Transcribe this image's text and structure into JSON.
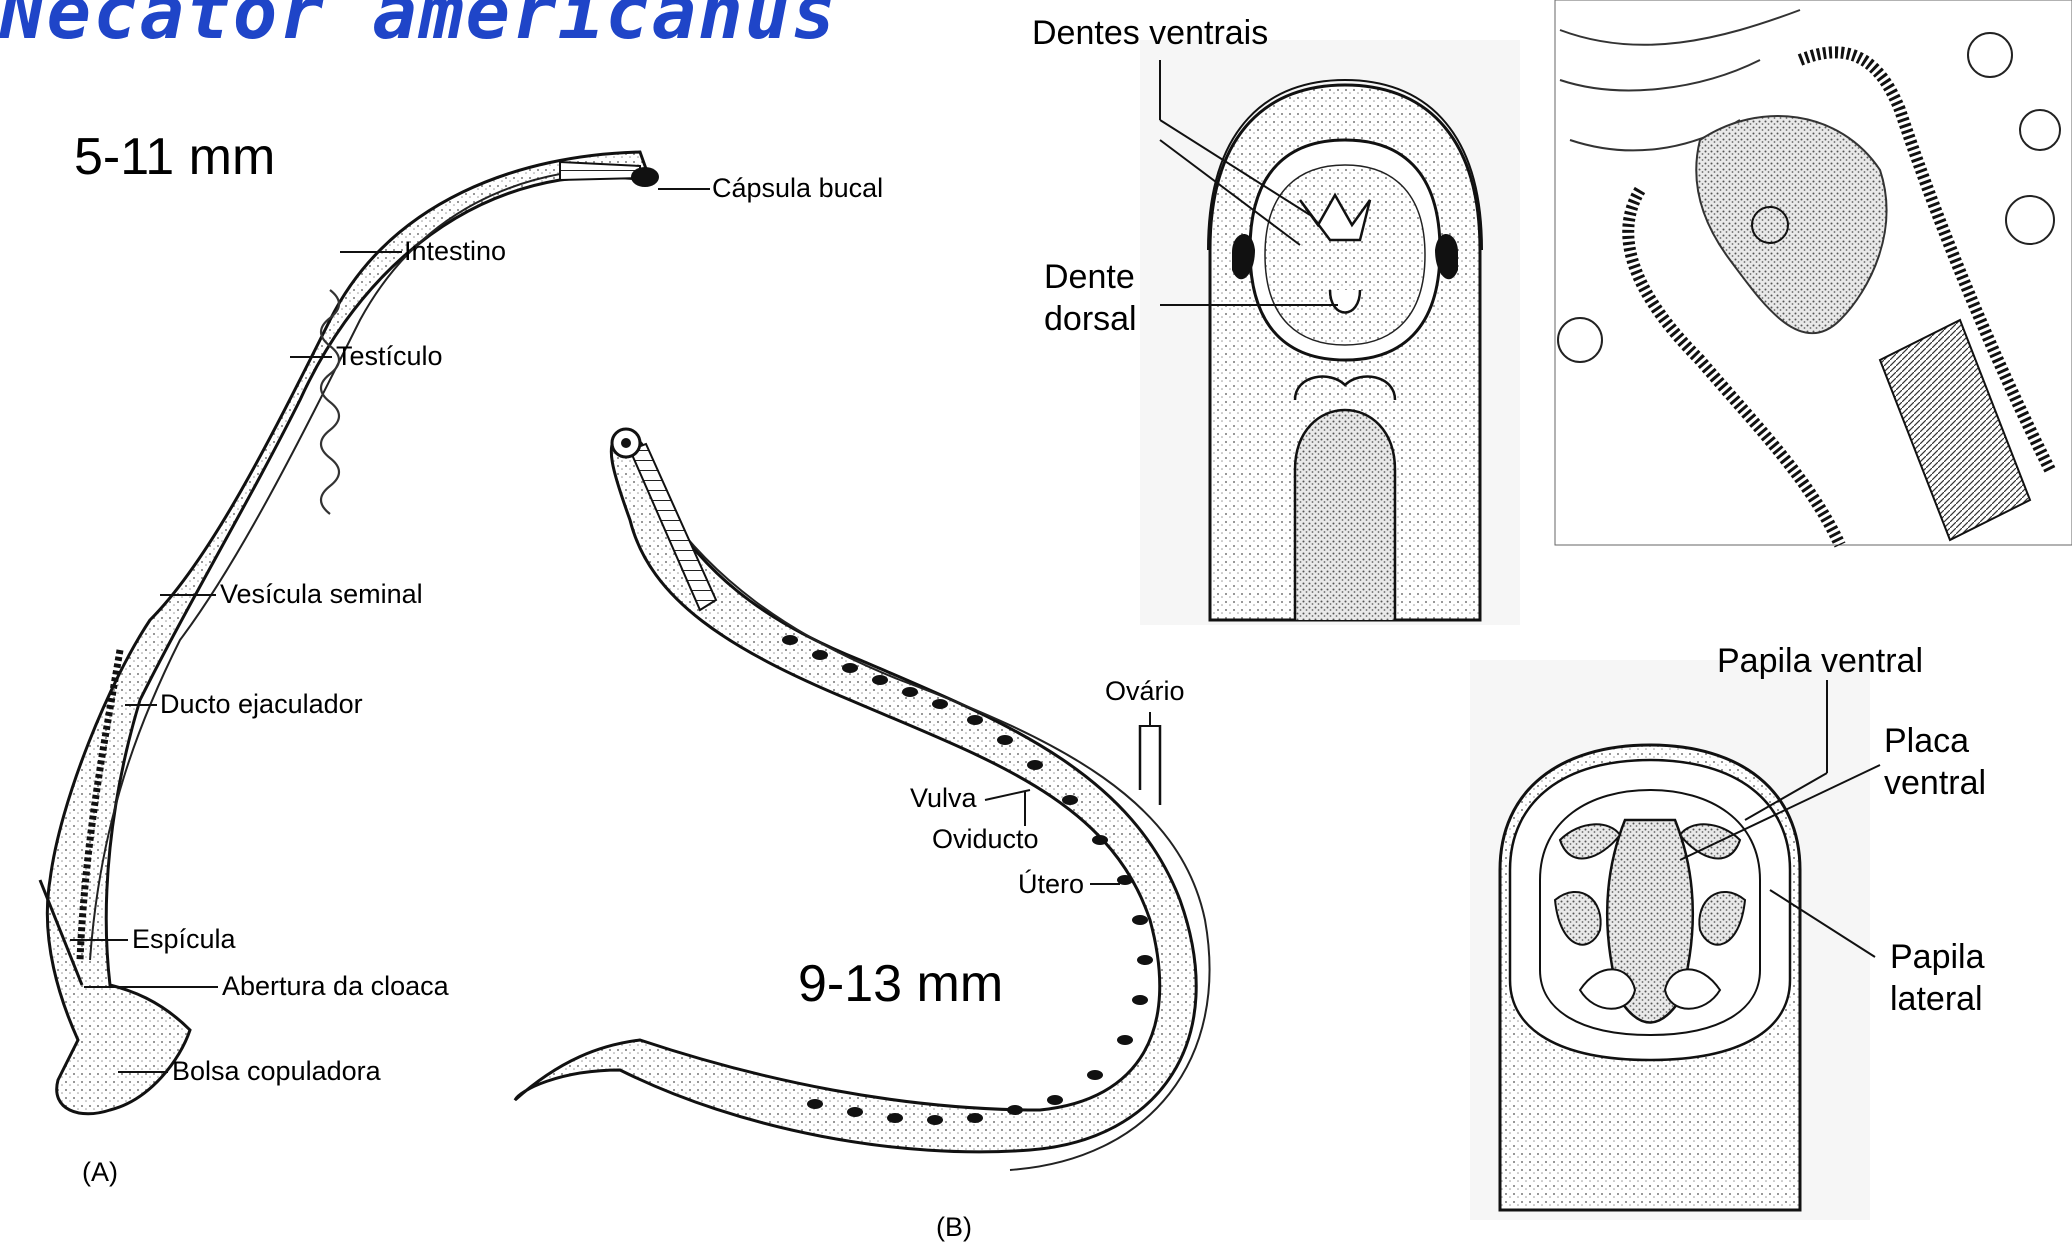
{
  "title": "Necator americanus",
  "male": {
    "size": "5-11 mm",
    "panel": "(A)",
    "labels": {
      "capsula_bucal": "Cápsula bucal",
      "intestino": "Intestino",
      "testiculo": "Testículo",
      "vesicula_seminal": "Vesícula seminal",
      "ducto_ejaculador": "Ducto ejaculador",
      "especula": "Espícula",
      "abertura_cloaca": "Abertura da cloaca",
      "bolsa_copuladora": "Bolsa copuladora"
    }
  },
  "female": {
    "size": "9-13 mm",
    "panel": "(B)",
    "labels": {
      "ovario": "Ovário",
      "vulva": "Vulva",
      "oviducto": "Oviducto",
      "utero": "Útero"
    }
  },
  "head_dorsal": {
    "dentes_ventrais": "Dentes ventrais",
    "dente_dorsal_1": "Dente",
    "dente_dorsal_2": "dorsal"
  },
  "head_ventral": {
    "papila_ventral": "Papila ventral",
    "placa_ventral_1": "Placa",
    "placa_ventral_2": "ventral",
    "papila_lateral_1": "Papila",
    "papila_lateral_2": "lateral"
  },
  "colors": {
    "title": "#1f45c8",
    "ink": "#111111",
    "paper": "#ffffff",
    "stipple": "#d8d8d8"
  }
}
